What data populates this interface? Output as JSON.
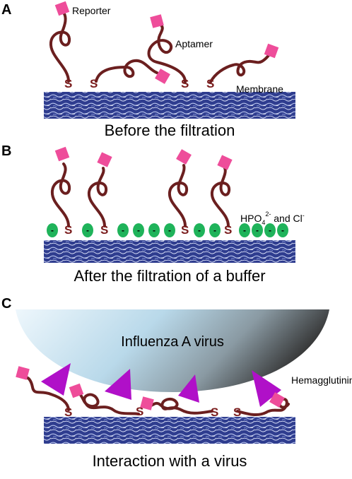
{
  "panels": {
    "a": {
      "label": "A",
      "caption": "Before the filtration"
    },
    "b": {
      "label": "B",
      "caption": "After the filtration of a buffer"
    },
    "c": {
      "label": "C",
      "caption": "Interaction with a virus"
    }
  },
  "annotations": {
    "reporter": "Reporter",
    "aptamer": "Aptamer",
    "membrane": "Membrane",
    "ion_main": "HPO",
    "ion_sub": "4",
    "ion_sup": "2-",
    "ion_and": " and Cl",
    "ion_sup2": "-",
    "virus": "Influenza A virus",
    "hemagglutinin": "Hemagglutinin"
  },
  "glyphs": {
    "thiol": "S",
    "negative": "-"
  },
  "colors": {
    "aptamer": "#6b1f1f",
    "reporter": "#ee4d9a",
    "membrane": "#2f3d8f",
    "ion": "#1fb35a",
    "hemagglutinin": "#b010c8",
    "virus_light": "#e9f4fb",
    "virus_dark": "#3a3a3a"
  }
}
